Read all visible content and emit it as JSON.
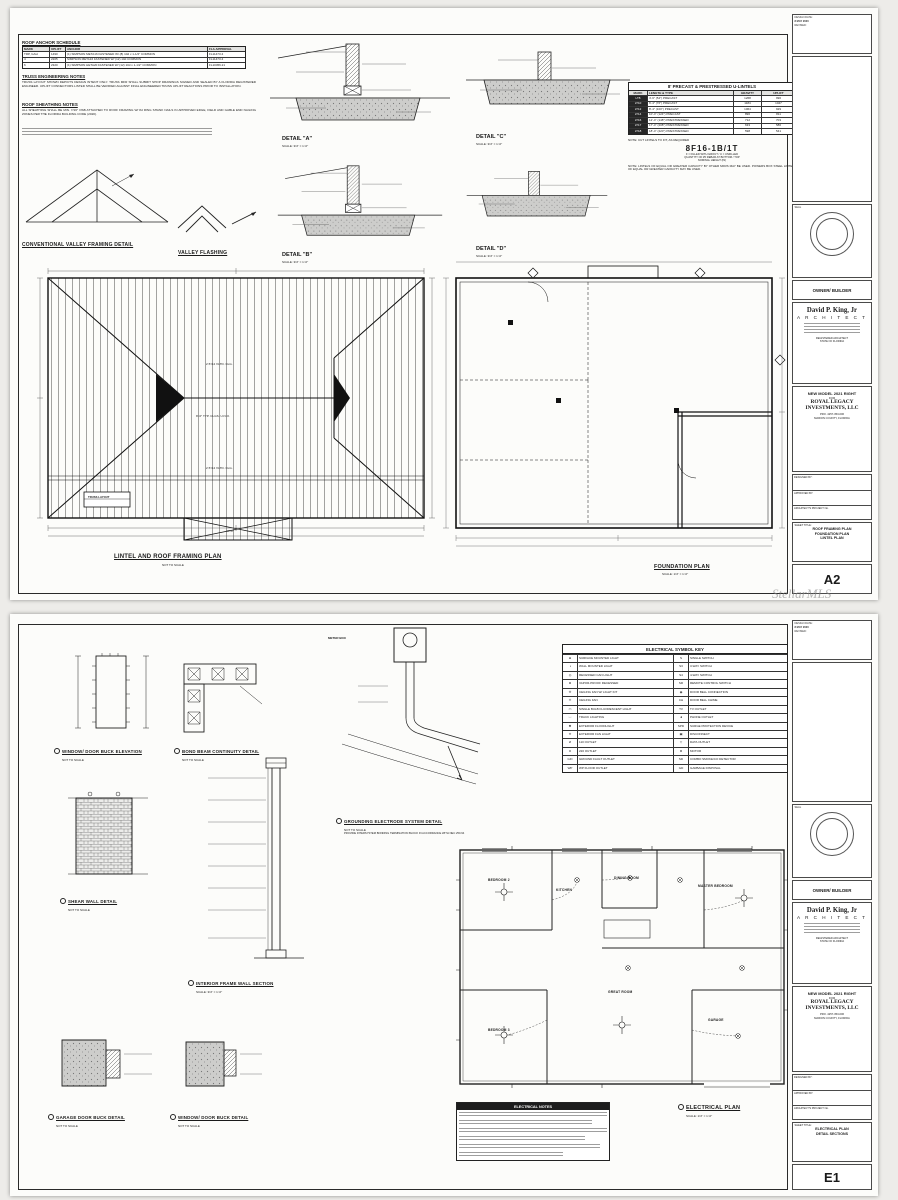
{
  "watermark": "StellarMLS",
  "a2": {
    "anchor": {
      "title": "ROOF ANCHOR SCHEDULE",
      "headers": [
        "MARK",
        "UPLIFT",
        "ANCHOR",
        "FLA APPROVAL"
      ],
      "rows": [
        {
          "c0": "TRP, GAH",
          "c1": "1490",
          "c2": "(1) SIMPSON META16 FASTENED W/ (8) 10d x 1-1/2\" COMMON",
          "c3": "FL11473.4"
        },
        {
          "c0": "4",
          "c1": "2205",
          "c2": "SIMPSON META16 FASTENED W/ (12) 10d COMMON",
          "c3": "FL11473.4"
        },
        {
          "c0": "6",
          "c1": "2320",
          "c2": "(1) SIMPSON HETA20 FASTENED W/ (12) 10d x 1-1/2\" COMMON",
          "c3": "FL10456.21"
        }
      ]
    },
    "truss_notes": {
      "title": "TRUSS ENGINEERING NOTES",
      "body": "TRUSS LAYOUT SHOWN DEPICTS DESIGN INTENT ONLY. TRUSS MFR SHALL SUBMIT SHOP DRAWINGS SIGNED AND SEALED BY A FLORIDA REGISTERED ENGINEER. UPLIFT CONNECTORS LISTED SHALL BE VERIFIED AGAINST FINAL ENGINEERED TRUSS UPLIFT REACTIONS PRIOR TO INSTALLATION."
    },
    "sheathing_notes": {
      "title": "ROOF SHEATHING NOTES",
      "body": "ALL SHEATHING SHALL BE MIN. 7/16\" OSB ATTACHED TO ROOF FRAMING W/ 8d RING SHANK NAILS IN APPROVED EDGE, FIELD AND GABLE END NAILING ZONES PER THE FLORIDA BUILDING CODE (2020)."
    },
    "valley_label": "CONVENTIONAL VALLEY FRAMING DETAIL",
    "flashing_label": "VALLEY FLASHING",
    "details": {
      "a": {
        "label": "DETAIL \"A\"",
        "scale": "SCALE: 3/4\" = 1'-0\""
      },
      "b": {
        "label": "DETAIL \"B\"",
        "scale": "SCALE: 3/4\" = 1'-0\""
      },
      "c": {
        "label": "DETAIL \"C\"",
        "scale": "SCALE: 3/4\" = 1'-0\""
      },
      "d": {
        "label": "DETAIL \"D\"",
        "scale": "SCALE: 3/4\" = 1'-0\""
      }
    },
    "lintels": {
      "title": "8' PRECAST & PRESTRESSED U-LINTELS",
      "headers": [
        "MARK",
        "LENGTH & TYPE",
        "GRAVITY",
        "UPLIFT"
      ],
      "rows": [
        {
          "m": "LT8",
          "l": "4'-6\" (54\") PRECAST",
          "g": "1268",
          "u": "996"
        },
        {
          "m": "LT10",
          "l": "6'-4\" (76\") PRECAST",
          "g": "1184",
          "u": "1047"
        },
        {
          "m": "LT12",
          "l": "8'-4\" (100\") PRECAST",
          "g": "1064",
          "u": "929"
        },
        {
          "m": "LT14",
          "l": "10'-4\" (124\") PRECAST",
          "g": "896",
          "u": "811"
        },
        {
          "m": "LT16",
          "l": "12'-4\" (148\") PRESTRESSED",
          "g": "712",
          "u": "703"
        },
        {
          "m": "LT17",
          "l": "17'-4\" (208\") PRESTRESSED",
          "g": "633",
          "u": "586"
        },
        {
          "m": "LT18",
          "l": "18'-4\" (220\") PRESTRESSED",
          "g": "598",
          "u": "541"
        }
      ],
      "cut_note": "NOTE: CUT LINTELS TO FIT, AS REQUIRED",
      "designation": "8F16-1B/1T",
      "callout1": "F = FILLED WITH GROUT  /  U = UNFILLED",
      "callout2": "QUANTITY OF #5 REBAR AT BOTTOM / TOP",
      "callout3": "NOMINAL HEIGHT (IN)",
      "equal_note": "NOTE: LINTELS OF EQUAL OR GREATER CAPACITY BY OTHER MFRS MAY BE USED. POWERS BOX STEEL LINTELS OF EQUAL OR GREATER CAPACITY MAY BE USED."
    },
    "framing": {
      "title": "LINTEL AND ROOF FRAMING PLAN",
      "scale": "NOT TO SCALE",
      "note_top": "8'-0\" TYP. CLGS. U.N.O.",
      "vltd": "2.5'/12 VLTD. CLG.",
      "dim": "44'-0\"",
      "legend": "TRUSS LAYOUT"
    },
    "foundation": {
      "title": "FOUNDATION PLAN",
      "scale": "SCALE: 1/4\" = 1'-0\""
    },
    "tb": {
      "design_date_label": "DESIGN DATE:",
      "date": "8 MAY 2020",
      "revised_label": "REVISED:",
      "seal": "SEAL",
      "owner": "OWNER/ BUILDER",
      "name": "David P. King, Jr",
      "word": "A R C H I T E C T",
      "reg1": "REGISTERED ARCHITECT",
      "reg2": "STATE OF FLORIDA",
      "p1": "NEW MODEL 2021 RIGHT",
      "p2": "FOR",
      "p3": "ROYAL LEGACY",
      "p4": "INVESTMENTS, LLC",
      "pno": "PRO. 4257-353-006",
      "county": "MARION COUNTY, FLORIDA",
      "designed": "DESIGNED BY:",
      "approved": "APPROVED BY:",
      "projno": "ARCHITECT'S PROJECT No.",
      "sheet_title_label": "SHEET TITLE:",
      "t1": "ROOF FRAMING PLAN",
      "t2": "FOUNDATION PLAN",
      "t3": "LINTEL PLAN",
      "num": "A2"
    }
  },
  "e1": {
    "buck_elev": {
      "label": "WINDOW/ DOOR BUCK ELEVATION",
      "scale": "NOT TO SCALE"
    },
    "bond_beam": {
      "label": "BOND BEAM CONTINUITY DETAIL",
      "scale": "NOT TO SCALE"
    },
    "shear": {
      "label": "SHEAR WALL DETAIL",
      "scale": "NOT TO SCALE"
    },
    "frame_wall": {
      "label": "INTERIOR FRAME WALL SECTION",
      "scale": "SCALE: 3/4\" = 1'-0\""
    },
    "grounding": {
      "label": "GROUNDING ELECTRODE SYSTEM DETAIL",
      "scale": "NOT TO SCALE",
      "sub": "PROVIDE INTERSYSTEM BONDING TERMINATION BLOCK IN ACCORDANCE WITH NEC 250.94",
      "meter": "METER BOX"
    },
    "key": {
      "title": "ELECTRICAL SYMBOL KEY",
      "rows": [
        {
          "s1": "⊕",
          "d1": "SURFACE MOUNTED LIGHT",
          "s2": "S",
          "d2": "SINGLE SWITCH"
        },
        {
          "s1": "◑",
          "d1": "WALL MOUNTED LIGHT",
          "s2": "S3",
          "d2": "3-WAY SWITCH"
        },
        {
          "s1": "◎",
          "d1": "RECESSED CAN LIGHT",
          "s2": "S4",
          "d2": "4-WAY SWITCH"
        },
        {
          "s1": "⊗",
          "d1": "VAPOR-PROOF RECESSED",
          "s2": "SR",
          "d2": "REMOTE CONTROL SWITCH"
        },
        {
          "s1": "✣",
          "d1": "CEILING FAN W/ LIGHT KIT",
          "s2": "◉",
          "d2": "DOOR BELL CONNECTION"
        },
        {
          "s1": "✢",
          "d1": "CEILING FAN",
          "s2": "CH",
          "d2": "DOOR BELL CHIME"
        },
        {
          "s1": "▭",
          "d1": "SINGLE BULB FLUORESCENT LIGHT",
          "s2": "TV",
          "d2": "TV OUTLET"
        },
        {
          "s1": "◦-◦",
          "d1": "TRACK LIGHTING",
          "s2": "◄",
          "d2": "PHONE OUTLET"
        },
        {
          "s1": "✺",
          "d1": "EXTERIOR FLOODLIGHT",
          "s2": "SPD",
          "d2": "SURGE PROTECTION DEVICE"
        },
        {
          "s1": "❊",
          "d1": "EXTERIOR FAN LIGHT",
          "s2": "▣",
          "d2": "DISCONNECT"
        },
        {
          "s1": "⊘",
          "d1": "110 OUTLET",
          "s2": "▽",
          "d2": "DATA OUTLET"
        },
        {
          "s1": "⊜",
          "d1": "220 OUTLET",
          "s2": "M",
          "d2": "MOTOR"
        },
        {
          "s1": "GFI",
          "d1": "GROUND FAULT OUTLET",
          "s2": "SD",
          "d2": "COMBO SMOKE/CO DETECTOR"
        },
        {
          "s1": "WP",
          "d1": "WP FLOOR OUTLET",
          "s2": "GD",
          "d2": "GARBAGE DISPOSAL"
        }
      ]
    },
    "plan": {
      "title": "ELECTRICAL PLAN",
      "scale": "SCALE: 1/4\" = 1'-0\"",
      "rooms": {
        "bed2": "BEDROOM 2",
        "dining": "DINING ROOM",
        "kitchen": "KITCHEN",
        "master": "MASTER BEDROOM",
        "great": "GREAT ROOM",
        "bed3": "BEDROOM 3",
        "garage": "GARAGE"
      }
    },
    "garage_buck": {
      "label": "GARAGE DOOR BUCK DETAIL",
      "scale": "NOT TO SCALE"
    },
    "window_buck": {
      "label": "WINDOW/ DOOR BUCK DETAIL",
      "scale": "NOT TO SCALE"
    },
    "notes": {
      "title": "ELECTRICAL NOTES"
    },
    "tb": {
      "design_date_label": "DESIGN DATE:",
      "date": "8 MAY 2020",
      "revised_label": "REVISED:",
      "seal": "SEAL",
      "owner": "OWNER/ BUILDER",
      "name": "David P. King, Jr",
      "word": "A R C H I T E C T",
      "reg1": "REGISTERED ARCHITECT",
      "reg2": "STATE OF FLORIDA",
      "p1": "NEW MODEL 2021 RIGHT",
      "p2": "FOR",
      "p3": "ROYAL LEGACY",
      "p4": "INVESTMENTS, LLC",
      "pno": "PRO. 4257-353-006",
      "county": "MARION COUNTY, FLORIDA",
      "designed": "DESIGNED BY:",
      "approved": "APPROVED BY:",
      "projno": "ARCHITECT'S PROJECT No.",
      "sheet_title_label": "SHEET TITLE:",
      "t1": "ELECTRICAL PLAN",
      "t2": "DETAIL SECTIONS",
      "t3": "",
      "num": "E1"
    }
  }
}
